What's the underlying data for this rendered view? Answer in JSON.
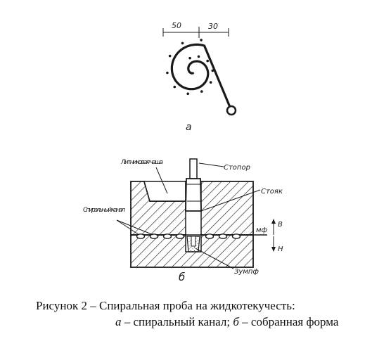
{
  "figure": {
    "part_a": {
      "label": "а",
      "dim_left": "50",
      "dim_right": "30"
    },
    "part_b": {
      "label": "б",
      "sprue_cup": "Литниковая чаша",
      "stopper": "Стопор",
      "riser": "Стояк",
      "spiral_channel": "Спиральный канал",
      "parting_line": "мф",
      "top_mark": "В",
      "bottom_mark": "Н",
      "sump": "Зумпф"
    }
  },
  "caption": {
    "line1": "Рисунок 2 – Спиральная проба на жидкотекучесть:",
    "line2_a": "а",
    "line2_a_text": " – спиральный канал; ",
    "line2_b": "б",
    "line2_b_text": " – собранная форма"
  }
}
